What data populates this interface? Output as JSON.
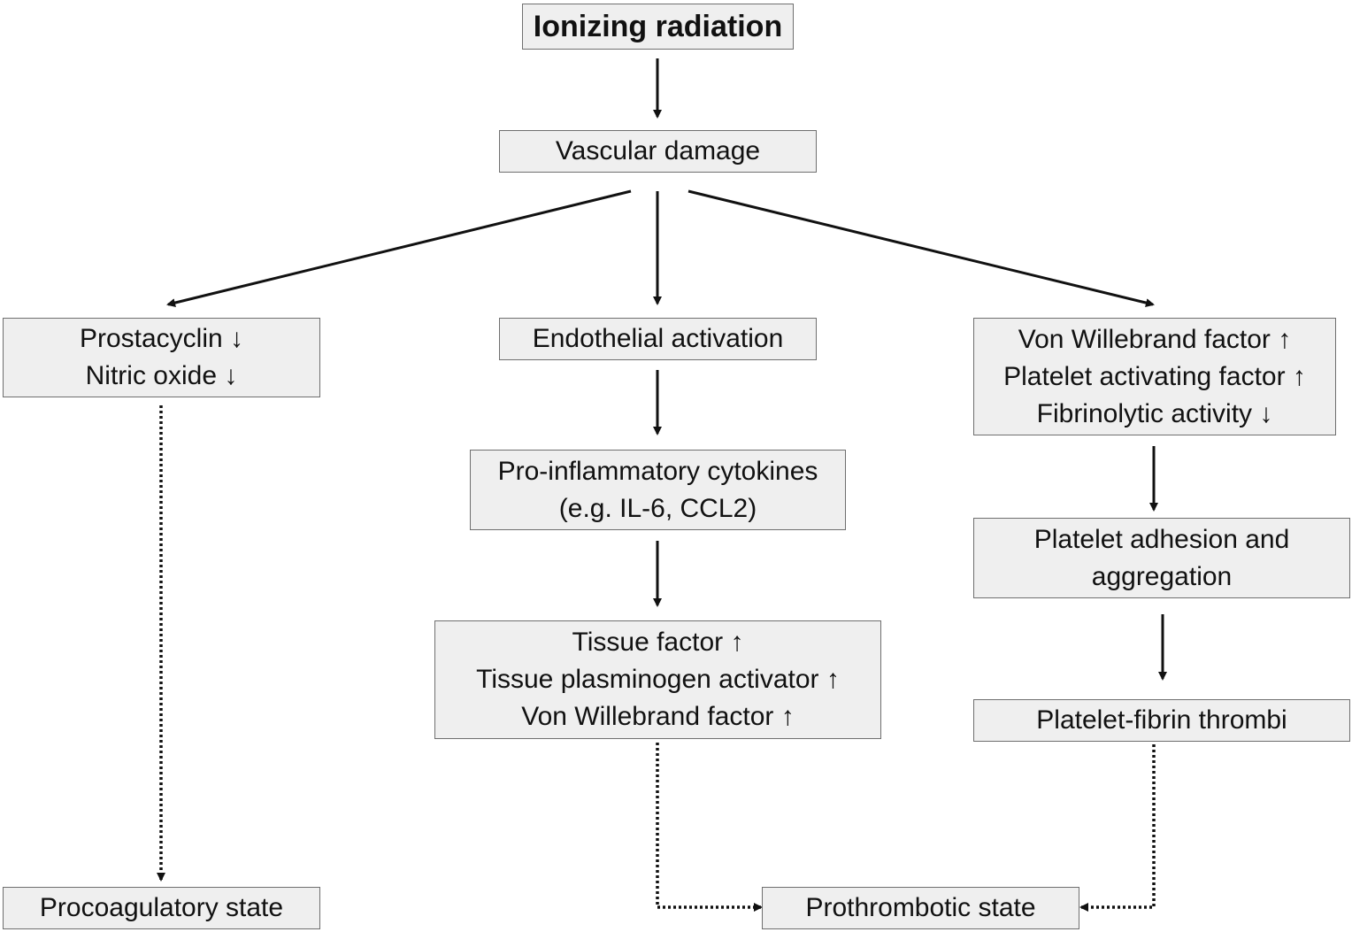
{
  "colors": {
    "box_fill": "#efefef",
    "box_border": "#6f6f6f",
    "arrow": "#111111",
    "text": "#111111"
  },
  "nodes": {
    "ionizing_radiation": {
      "lines": [
        "Ionizing radiation"
      ]
    },
    "vascular_damage": {
      "lines": [
        "Vascular damage"
      ]
    },
    "left_factors": {
      "lines": [
        "Prostacyclin ↓",
        "Nitric oxide ↓"
      ]
    },
    "endothelial_activation": {
      "lines": [
        "Endothelial activation"
      ]
    },
    "right_factors": {
      "lines": [
        "Von Willebrand factor ↑",
        "Platelet activating factor ↑",
        "Fibrinolytic activity ↓"
      ]
    },
    "cytokines": {
      "lines": [
        "Pro-inflammatory cytokines",
        "(e.g. IL-6, CCL2)"
      ]
    },
    "tissue_factors": {
      "lines": [
        "Tissue factor ↑",
        "Tissue plasminogen activator ↑",
        "Von Willebrand factor ↑"
      ]
    },
    "platelet_adhesion": {
      "lines": [
        "Platelet adhesion and",
        "aggregation"
      ]
    },
    "platelet_thrombi": {
      "lines": [
        "Platelet-fibrin thrombi"
      ]
    },
    "procoagulatory_state": {
      "lines": [
        "Procoagulatory state"
      ]
    },
    "prothrombotic_state": {
      "lines": [
        "Prothrombotic state"
      ]
    }
  },
  "edges": [
    {
      "from": "ionizing_radiation",
      "to": "vascular_damage",
      "style": "solid"
    },
    {
      "from": "vascular_damage",
      "to": "left_factors",
      "style": "solid"
    },
    {
      "from": "vascular_damage",
      "to": "endothelial_activation",
      "style": "solid"
    },
    {
      "from": "vascular_damage",
      "to": "right_factors",
      "style": "solid"
    },
    {
      "from": "endothelial_activation",
      "to": "cytokines",
      "style": "solid"
    },
    {
      "from": "cytokines",
      "to": "tissue_factors",
      "style": "solid"
    },
    {
      "from": "right_factors",
      "to": "platelet_adhesion",
      "style": "solid"
    },
    {
      "from": "platelet_adhesion",
      "to": "platelet_thrombi",
      "style": "solid"
    },
    {
      "from": "left_factors",
      "to": "procoagulatory_state",
      "style": "dotted"
    },
    {
      "from": "tissue_factors",
      "to": "prothrombotic_state",
      "style": "dotted"
    },
    {
      "from": "platelet_thrombi",
      "to": "prothrombotic_state",
      "style": "dotted"
    }
  ]
}
